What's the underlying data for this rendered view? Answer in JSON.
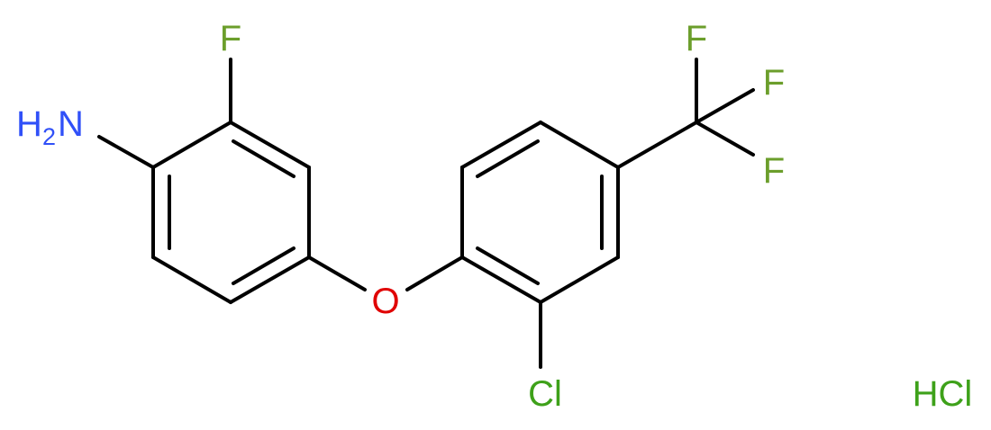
{
  "structure": {
    "atom_labels": {
      "amine_h": "H",
      "amine_subscript": "2",
      "amine_n": "N",
      "fluoro_aniline": "F",
      "ether_oxygen": "O",
      "chloro": "Cl",
      "cf3_f_top": "F",
      "cf3_f_mid": "F",
      "cf3_f_bottom": "F"
    },
    "counterion": "HCl"
  },
  "colors": {
    "bond": "#000000",
    "nitrogen": "#3050F8",
    "fluorine": "#6B9E2B",
    "oxygen": "#E00000",
    "chlorine": "#3EA11A",
    "background": "#FFFFFF"
  }
}
